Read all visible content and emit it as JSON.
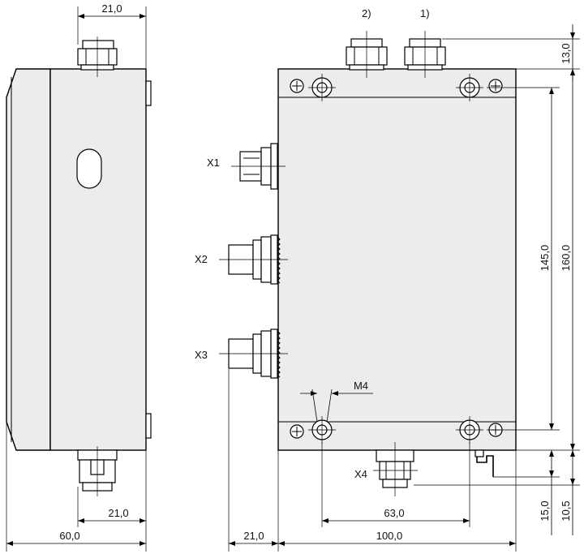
{
  "dimensions": {
    "side_connector_width": "21,0",
    "side_bottom_connector_width": "21,0",
    "side_depth": "60,0",
    "front_offset": "21,0",
    "front_width": "100,0",
    "connector_height": "13,0",
    "hole_spacing_vertical": "145,0",
    "total_height": "160,0",
    "hole_spacing_horizontal": "63,0",
    "bottom_offset_1": "15,0",
    "bottom_offset_2": "10,5",
    "screw_thread": "M4"
  },
  "labels": {
    "x1": "X1",
    "x2": "X2",
    "x3": "X3",
    "x4": "X4",
    "note_1": "1)",
    "note_2": "2)"
  }
}
